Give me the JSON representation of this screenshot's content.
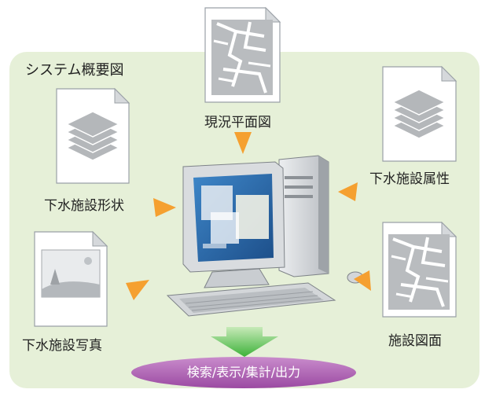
{
  "diagram": {
    "title": "システム概要図",
    "inputs": {
      "current_plan": "現況平面図",
      "facility_attributes": "下水施設属性",
      "facility_shape": "下水施設形状",
      "facility_photo": "下水施設写真",
      "facility_drawing": "施設図面"
    },
    "output": "検索/表示/集計/出力"
  },
  "colors": {
    "panel_bg": "#e6f0d8",
    "arrow": "#f5a030",
    "down_arrow": "#5cc24a",
    "output_ellipse": "#b15bb5",
    "document": "#ffffff",
    "monitor_screen": "#2d6aa8"
  },
  "icons": [
    "map-document-icon",
    "layers-document-icon",
    "photo-document-icon",
    "computer-icon",
    "arrow-icon"
  ]
}
